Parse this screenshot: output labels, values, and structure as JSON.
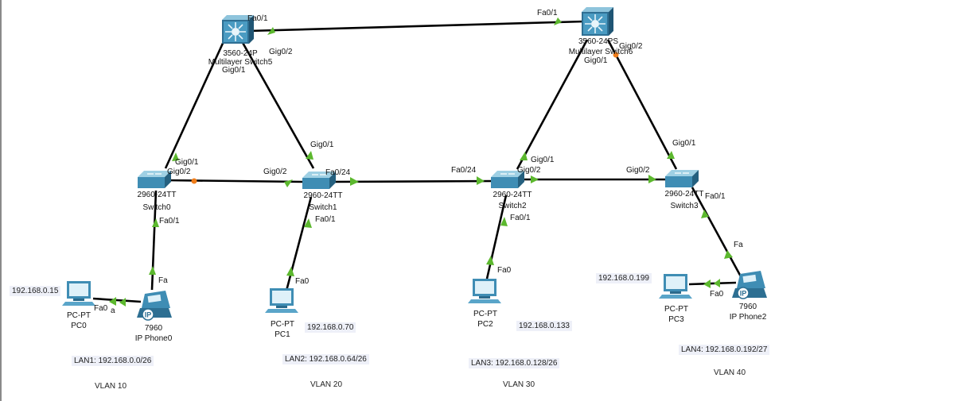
{
  "multilayer_switches": [
    {
      "id": "mls0",
      "model": "3560-24P",
      "name": "Multilayer Switch5"
    },
    {
      "id": "mls1",
      "model": "3560-24PS",
      "name": "Multilayer Switch6"
    }
  ],
  "switches": [
    {
      "id": "sw0",
      "model": "2960-24TT",
      "name": "Switch0"
    },
    {
      "id": "sw1",
      "model": "2960-24TT",
      "name": "Switch1"
    },
    {
      "id": "sw2",
      "model": "2960-24TT",
      "name": "Switch2"
    },
    {
      "id": "sw3",
      "model": "2960-24TT",
      "name": "Switch3"
    }
  ],
  "pcs": [
    {
      "id": "pc0",
      "model": "PC-PT",
      "name": "PC0",
      "ip": "192.168.0.15"
    },
    {
      "id": "pc1",
      "model": "PC-PT",
      "name": "PC1",
      "ip": "192.168.0.70"
    },
    {
      "id": "pc2",
      "model": "PC-PT",
      "name": "PC2",
      "ip": "192.168.0.133"
    },
    {
      "id": "pc3",
      "model": "PC-PT",
      "name": "PC3",
      "ip": "192.168.0.199"
    }
  ],
  "phones": [
    {
      "id": "ph0",
      "model": "7960",
      "name": "IP Phone0"
    },
    {
      "id": "ph2",
      "model": "7960",
      "name": "IP Phone2"
    }
  ],
  "lans": [
    {
      "subnet": "LAN1: 192.168.0.0/26",
      "vlan": "VLAN 10"
    },
    {
      "subnet": "LAN2: 192.168.0.64/26",
      "vlan": "VLAN 20"
    },
    {
      "subnet": "LAN3: 192.168.0.128/26",
      "vlan": "VLAN 30"
    },
    {
      "subnet": "LAN4: 192.168.0.192/27",
      "vlan": "VLAN 40"
    }
  ],
  "port_labels": {
    "mls0_fa01": "Fa0/1",
    "mls0_gig02": "Gig0/2",
    "mls0_gig01": "Gig0/1",
    "mls1_fa01": "Fa0/1",
    "mls1_gig02": "Gig0/2",
    "mls1_gig01": "Gig0/1",
    "sw0_gig01": "Gig0/1",
    "sw0_gig02": "Gig0/2",
    "sw0_fa01": "Fa0/1",
    "sw1_gig02": "Gig0/2",
    "sw1_fa024": "Fa0/24",
    "sw1_gig01": "Gig0/1",
    "sw1_fa01": "Fa0/1",
    "sw2_fa024": "Fa0/24",
    "sw2_gig01": "Gig0/1",
    "sw2_gig02": "Gig0/2",
    "sw2_fa01": "Fa0/1",
    "sw3_gig02": "Gig0/2",
    "sw3_gig01": "Gig0/1",
    "sw3_fa01": "Fa0/1",
    "ph0_fa": "Fa",
    "ph0_a": "a",
    "pc0_fa0": "Fa0",
    "pc1_fa0": "Fa0",
    "pc2_fa0": "Fa0",
    "ph2_fa": "Fa",
    "pc3_fa0": "Fa0"
  },
  "colors": {
    "link": "#000000",
    "link_up": "#5cb82e",
    "link_blocked": "#f07d1a",
    "device": "#3d8fb5"
  }
}
